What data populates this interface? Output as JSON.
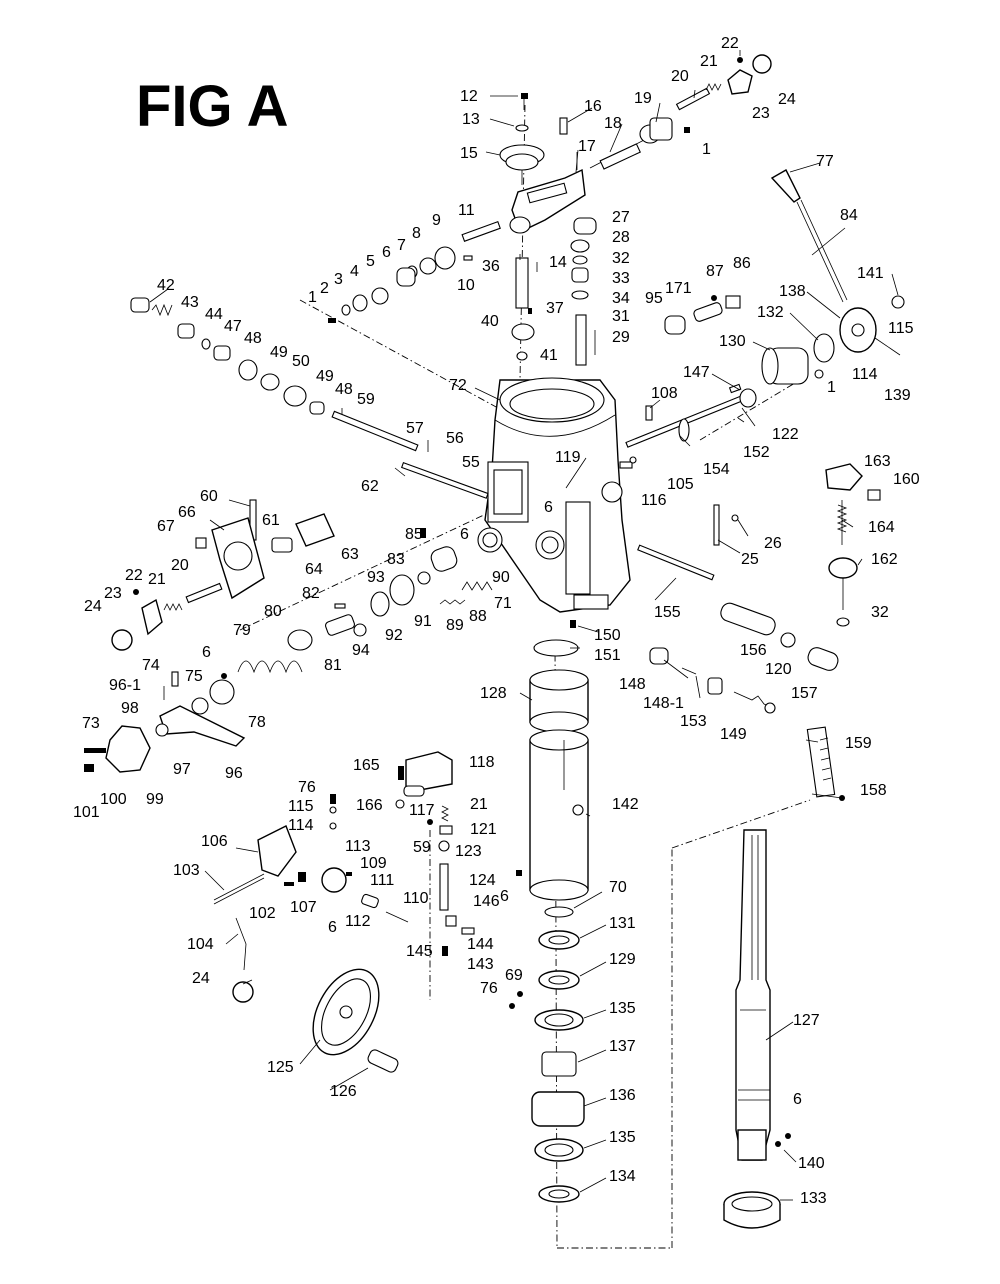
{
  "figure": {
    "title": "FIG A"
  },
  "labels": {
    "l12": "12",
    "l13": "13",
    "l15": "15",
    "l16": "16",
    "l17": "17",
    "l18": "18",
    "l19": "19",
    "l1a": "1",
    "l20a": "20",
    "l21a": "21",
    "l22a": "22",
    "l23a": "23",
    "l24a": "24",
    "l11": "11",
    "l9": "9",
    "l8": "8",
    "l7": "7",
    "l6a": "6",
    "l5": "5",
    "l4": "4",
    "l3": "3",
    "l2": "2",
    "l1b": "1",
    "l10": "10",
    "l27": "27",
    "l28": "28",
    "l32a": "32",
    "l33": "33",
    "l34": "34",
    "l31": "31",
    "l29": "29",
    "l36": "36",
    "l14": "14",
    "l37": "37",
    "l40": "40",
    "l41": "41",
    "l42": "42",
    "l43": "43",
    "l44": "44",
    "l47": "47",
    "l48a": "48",
    "l49a": "49",
    "l50": "50",
    "l49b": "49",
    "l48b": "48",
    "l59a": "59",
    "l57": "57",
    "l56": "56",
    "l55": "55",
    "l62": "62",
    "l72": "72",
    "l77": "77",
    "l84": "84",
    "l87": "87",
    "l86": "86",
    "l171": "171",
    "l95": "95",
    "l141": "141",
    "l138": "138",
    "l132": "132",
    "l130": "130",
    "l115a": "115",
    "l114a": "114",
    "l139": "139",
    "l1c": "1",
    "l147": "147",
    "l108": "108",
    "l122": "122",
    "l152": "152",
    "l119": "119",
    "l154": "154",
    "l105": "105",
    "l116": "116",
    "l6b": "6",
    "l163": "163",
    "l160": "160",
    "l164": "164",
    "l162": "162",
    "l32b": "32",
    "l26": "26",
    "l25": "25",
    "l60": "60",
    "l67": "67",
    "l66": "66",
    "l61": "61",
    "l63": "63",
    "l64": "64",
    "l22b": "22",
    "l23b": "23",
    "l21b": "21",
    "l20b": "20",
    "l24b": "24",
    "l85": "85",
    "l6c": "6",
    "l83": "83",
    "l93": "93",
    "l90": "90",
    "l71": "71",
    "l82": "82",
    "l88": "88",
    "l89": "89",
    "l91": "91",
    "l92": "92",
    "l94": "94",
    "l81": "81",
    "l80": "80",
    "l79": "79",
    "l155": "155",
    "l150": "150",
    "l151": "151",
    "l156": "156",
    "l120": "120",
    "l157": "157",
    "l148": "148",
    "l1481": "148-1",
    "l153": "153",
    "l149": "149",
    "l74": "74",
    "l961": "96-1",
    "l75": "75",
    "l6d": "6",
    "l78": "78",
    "l98": "98",
    "l73": "73",
    "l97": "97",
    "l96": "96",
    "l99": "99",
    "l100": "100",
    "l101": "101",
    "l128": "128",
    "l159": "159",
    "l158": "158",
    "l142": "142",
    "l165": "165",
    "l118": "118",
    "l166": "166",
    "l117": "117",
    "l21c": "21",
    "l121": "121",
    "l59b": "59",
    "l123": "123",
    "l124": "124",
    "l6e": "6",
    "l70": "70",
    "l131": "131",
    "l129": "129",
    "l76a": "76",
    "l115b": "115",
    "l114b": "114",
    "l106": "106",
    "l113": "113",
    "l109": "109",
    "l103": "103",
    "l111": "111",
    "l102": "102",
    "l107": "107",
    "l6f": "6",
    "l112": "112",
    "l110": "110",
    "l146": "146",
    "l145": "145",
    "l144": "144",
    "l143": "143",
    "l104": "104",
    "l24c": "24",
    "l69": "69",
    "l76b": "76",
    "l135a": "135",
    "l137": "137",
    "l125": "125",
    "l126": "126",
    "l136": "136",
    "l135b": "135",
    "l134": "134",
    "l127": "127",
    "l6g": "6",
    "l140": "140",
    "l133": "133"
  }
}
